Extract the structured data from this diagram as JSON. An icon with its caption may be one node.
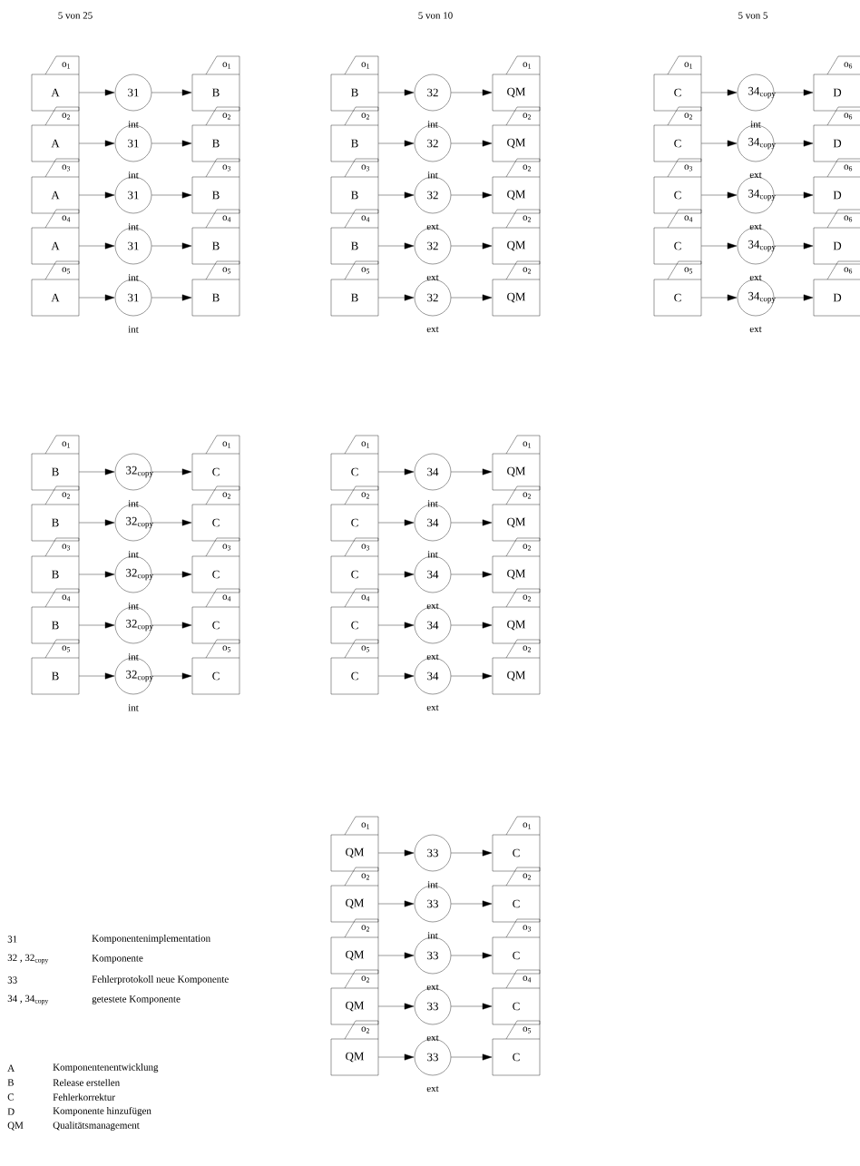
{
  "diagram": {
    "nodes": [
      {
        "text": [
          "o$_{1}$",
          "A"
        ]
      },
      {
        "text": [
          "31"
        ]
      },
      {
        "text": [
          "o$_{1}$",
          "B"
        ]
      },
      {
        "text": [
          "o$_{2}$",
          "A"
        ]
      },
      {
        "text": [
          "31"
        ]
      },
      {
        "text": [
          "o$_{2}$",
          "B"
        ]
      },
      {
        "text": [
          "o$_{3}$",
          "A"
        ]
      },
      {
        "text": [
          "31"
        ]
      },
      {
        "text": [
          "o$_{3}$",
          "B"
        ]
      },
      {
        "text": [
          "o$_{4}$",
          "A"
        ]
      },
      {
        "text": [
          "31"
        ]
      },
      {
        "text": [
          "o$_{4}$",
          "B"
        ]
      },
      {
        "text": [
          "o$_{5}$",
          "A"
        ]
      },
      {
        "text": [
          "31"
        ]
      },
      {
        "text": [
          "o$_{5}$",
          "B"
        ]
      },
      {
        "text": [
          "o$_{1}$",
          "B"
        ]
      },
      {
        "text": [
          "32"
        ]
      },
      {
        "text": [
          "o$_{1}$",
          "QM"
        ]
      },
      {
        "text": [
          "o$_{2}$",
          "B"
        ]
      },
      {
        "text": [
          "32"
        ]
      },
      {
        "text": [
          "o$_{2}$",
          "QM"
        ]
      },
      {
        "text": [
          "o$_{3}$",
          "B"
        ]
      },
      {
        "text": [
          "32"
        ]
      },
      {
        "text": [
          "o$_{2}$",
          "QM"
        ]
      },
      {
        "text": [
          "o$_{4}$",
          "B"
        ]
      },
      {
        "text": [
          "32"
        ]
      },
      {
        "text": [
          "o$_{2}$",
          "QM"
        ]
      },
      {
        "text": [
          "o$_{5}$",
          "B"
        ]
      },
      {
        "text": [
          "32"
        ]
      },
      {
        "text": [
          "o$_{2}$",
          "QM"
        ]
      },
      {
        "text": [
          "o$_{1}$",
          "C"
        ]
      },
      {
        "text": [
          "34$_{copy}$"
        ]
      },
      {
        "text": [
          "o$_{6}$",
          "D"
        ]
      },
      {
        "text": [
          "o$_{2}$",
          "C"
        ]
      },
      {
        "text": [
          "34$_{copy}$"
        ]
      },
      {
        "text": [
          "o$_{6}$",
          "D"
        ]
      },
      {
        "text": [
          "o$_{3}$",
          "C"
        ]
      },
      {
        "text": [
          "34$_{copy}$"
        ]
      },
      {
        "text": [
          "o$_{6}$",
          "D"
        ]
      },
      {
        "text": [
          "o$_{4}$",
          "C"
        ]
      },
      {
        "text": [
          "34$_{copy}$"
        ]
      },
      {
        "text": [
          "o$_{6}$",
          "D"
        ]
      },
      {
        "text": [
          "o$_{5}$",
          "C"
        ]
      },
      {
        "text": [
          "34$_{copy}$"
        ]
      },
      {
        "text": [
          "o$_{6}$",
          "D"
        ]
      },
      {
        "text": [
          "o$_{1}$",
          "B"
        ]
      },
      {
        "text": [
          "32$_{copy}$"
        ]
      },
      {
        "text": [
          "o$_{1}$",
          "C"
        ]
      },
      {
        "text": [
          "o$_{2}$",
          "B"
        ]
      },
      {
        "text": [
          "32$_{copy}$"
        ]
      },
      {
        "text": [
          "o$_{2}$",
          "C"
        ]
      },
      {
        "text": [
          "o$_{3}$",
          "B"
        ]
      },
      {
        "text": [
          "32$_{copy}$"
        ]
      },
      {
        "text": [
          "o$_{3}$",
          "C"
        ]
      },
      {
        "text": [
          "o$_{4}$",
          "B"
        ]
      },
      {
        "text": [
          "32$_{copy}$"
        ]
      },
      {
        "text": [
          "o$_{4}$",
          "C"
        ]
      },
      {
        "text": [
          "o$_{5}$",
          "B"
        ]
      },
      {
        "text": [
          "32$_{copy}$"
        ]
      },
      {
        "text": [
          "o$_{5}$",
          "C"
        ]
      },
      {
        "text": [
          "o$_{1}$",
          "C"
        ]
      },
      {
        "text": [
          "34"
        ]
      },
      {
        "text": [
          "o$_{1}$",
          "QM"
        ]
      },
      {
        "text": [
          "o$_{2}$",
          "C"
        ]
      },
      {
        "text": [
          "34"
        ]
      },
      {
        "text": [
          "o$_{2}$",
          "QM"
        ]
      },
      {
        "text": [
          "o$_{3}$",
          "C"
        ]
      },
      {
        "text": [
          "34"
        ]
      },
      {
        "text": [
          "o$_{2}$",
          "QM"
        ]
      },
      {
        "text": [
          "o$_{4}$",
          "C"
        ]
      },
      {
        "text": [
          "34"
        ]
      },
      {
        "text": [
          "o$_{2}$",
          "QM"
        ]
      },
      {
        "text": [
          "o$_{5}$",
          "C"
        ]
      },
      {
        "text": [
          "34"
        ]
      },
      {
        "text": [
          "o$_{2}$",
          "QM"
        ]
      },
      {
        "text": [
          "o$_{1}$",
          "QM"
        ]
      },
      {
        "text": [
          "33"
        ]
      },
      {
        "text": [
          "o$_{1}$",
          "C"
        ]
      },
      {
        "text": [
          "o$_{2}$",
          "QM"
        ]
      },
      {
        "text": [
          "33"
        ]
      },
      {
        "text": [
          "o$_{2}$",
          "C"
        ]
      },
      {
        "text": [
          "o$_{2}$",
          "QM"
        ]
      },
      {
        "text": [
          "33"
        ]
      },
      {
        "text": [
          "o$_{3}$",
          "C"
        ]
      },
      {
        "text": [
          "o$_{2}$",
          "QM"
        ]
      },
      {
        "text": [
          "33"
        ]
      },
      {
        "text": [
          "o$_{4}$",
          "C"
        ]
      },
      {
        "text": [
          "o$_{2}$",
          "QM"
        ]
      },
      {
        "text": [
          "33"
        ]
      },
      {
        "text": [
          "o$_{5}$",
          "C"
        ]
      }
    ],
    "edges": [
      {
        "from": 0,
        "to": 1,
        "arrow": "to"
      },
      {
        "from": 1,
        "to": 2,
        "arrow": "to"
      },
      {
        "from": 3,
        "to": 4,
        "arrow": "to"
      },
      {
        "from": 4,
        "to": 5,
        "arrow": "to"
      },
      {
        "from": 6,
        "to": 7,
        "arrow": "to"
      },
      {
        "from": 7,
        "to": 8,
        "arrow": "to"
      },
      {
        "from": 9,
        "to": 10,
        "arrow": "to"
      },
      {
        "from": 10,
        "to": 11,
        "arrow": "to"
      },
      {
        "from": 12,
        "to": 13,
        "arrow": "to"
      },
      {
        "from": 13,
        "to": 14,
        "arrow": "to"
      },
      {
        "from": 15,
        "to": 16,
        "arrow": "to"
      },
      {
        "from": 16,
        "to": 17,
        "arrow": "to"
      },
      {
        "from": 18,
        "to": 19,
        "arrow": "to"
      },
      {
        "from": 19,
        "to": 20,
        "arrow": "to"
      },
      {
        "from": 21,
        "to": 22,
        "arrow": "to"
      },
      {
        "from": 22,
        "to": 23,
        "arrow": "to"
      },
      {
        "from": 24,
        "to": 25,
        "arrow": "to"
      },
      {
        "from": 25,
        "to": 26,
        "arrow": "to"
      },
      {
        "from": 27,
        "to": 28,
        "arrow": "to"
      },
      {
        "from": 28,
        "to": 29,
        "arrow": "to"
      },
      {
        "from": 30,
        "to": 31,
        "arrow": "to"
      },
      {
        "from": 31,
        "to": 32,
        "arrow": "to"
      },
      {
        "from": 33,
        "to": 34,
        "arrow": "to"
      },
      {
        "from": 34,
        "to": 35,
        "arrow": "to"
      },
      {
        "from": 36,
        "to": 37,
        "arrow": "to"
      },
      {
        "from": 37,
        "to": 38,
        "arrow": "to"
      },
      {
        "from": 39,
        "to": 40,
        "arrow": "to"
      },
      {
        "from": 40,
        "to": 41,
        "arrow": "to"
      },
      {
        "from": 42,
        "to": 43,
        "arrow": "to"
      },
      {
        "from": 43,
        "to": 44,
        "arrow": "to"
      },
      {
        "from": 45,
        "to": 46,
        "arrow": "to"
      },
      {
        "from": 46,
        "to": 47,
        "arrow": "to"
      },
      {
        "from": 48,
        "to": 49,
        "arrow": "to"
      },
      {
        "from": 49,
        "to": 50,
        "arrow": "to"
      },
      {
        "from": 51,
        "to": 52,
        "arrow": "to"
      },
      {
        "from": 52,
        "to": 53,
        "arrow": "to"
      },
      {
        "from": 54,
        "to": 55,
        "arrow": "to"
      },
      {
        "from": 55,
        "to": 56,
        "arrow": "to"
      },
      {
        "from": 57,
        "to": 58,
        "arrow": "to"
      },
      {
        "from": 58,
        "to": 59,
        "arrow": "to"
      },
      {
        "from": 60,
        "to": 61,
        "arrow": "to"
      },
      {
        "from": 61,
        "to": 62,
        "arrow": "to"
      },
      {
        "from": 63,
        "to": 64,
        "arrow": "to"
      },
      {
        "from": 64,
        "to": 65,
        "arrow": "to"
      },
      {
        "from": 66,
        "to": 67,
        "arrow": "to"
      },
      {
        "from": 67,
        "to": 68,
        "arrow": "to"
      },
      {
        "from": 69,
        "to": 70,
        "arrow": "to"
      },
      {
        "from": 70,
        "to": 71,
        "arrow": "to"
      },
      {
        "from": 72,
        "to": 73,
        "arrow": "to"
      },
      {
        "from": 73,
        "to": 74,
        "arrow": "to"
      },
      {
        "from": 75,
        "to": 76,
        "arrow": "to"
      },
      {
        "from": 76,
        "to": 77,
        "arrow": "to"
      },
      {
        "from": 78,
        "to": 79,
        "arrow": "to"
      },
      {
        "from": 79,
        "to": 80,
        "arrow": "to"
      },
      {
        "from": 81,
        "to": 82,
        "arrow": "to"
      },
      {
        "from": 82,
        "to": 83,
        "arrow": "to"
      },
      {
        "from": 84,
        "to": 85,
        "arrow": "to"
      },
      {
        "from": 85,
        "to": 86,
        "arrow": "to"
      },
      {
        "from": 87,
        "to": 88,
        "arrow": "to"
      },
      {
        "from": 88,
        "to": 89,
        "arrow": "to"
      }
    ],
    "labels": [
      "5 von 25",
      "5 von 10",
      "5 von 5",
      "int",
      "int",
      "int",
      "int",
      "int",
      "int",
      "int",
      "ext",
      "ext",
      "ext",
      "int",
      "ext",
      "ext",
      "ext",
      "ext",
      "int",
      "int",
      "int",
      "int",
      "int",
      "int",
      "int",
      "ext",
      "ext",
      "ext",
      "int",
      "int",
      "ext",
      "ext",
      "ext",
      "31",
      "Komponentenimplementation",
      "32 , 32$_{copy}$",
      "Komponente",
      "33",
      "Fehlerprotokoll neue Komponente",
      "34 , 34$_{copy}$",
      "getestete Komponente",
      "A",
      "Komponentenentwicklung",
      "B",
      "Release erstellen",
      "C",
      "Fehlerkorrektur",
      "D",
      "Komponente hinzufügen",
      "QM",
      "Qualitätsmanagement"
    ]
  }
}
